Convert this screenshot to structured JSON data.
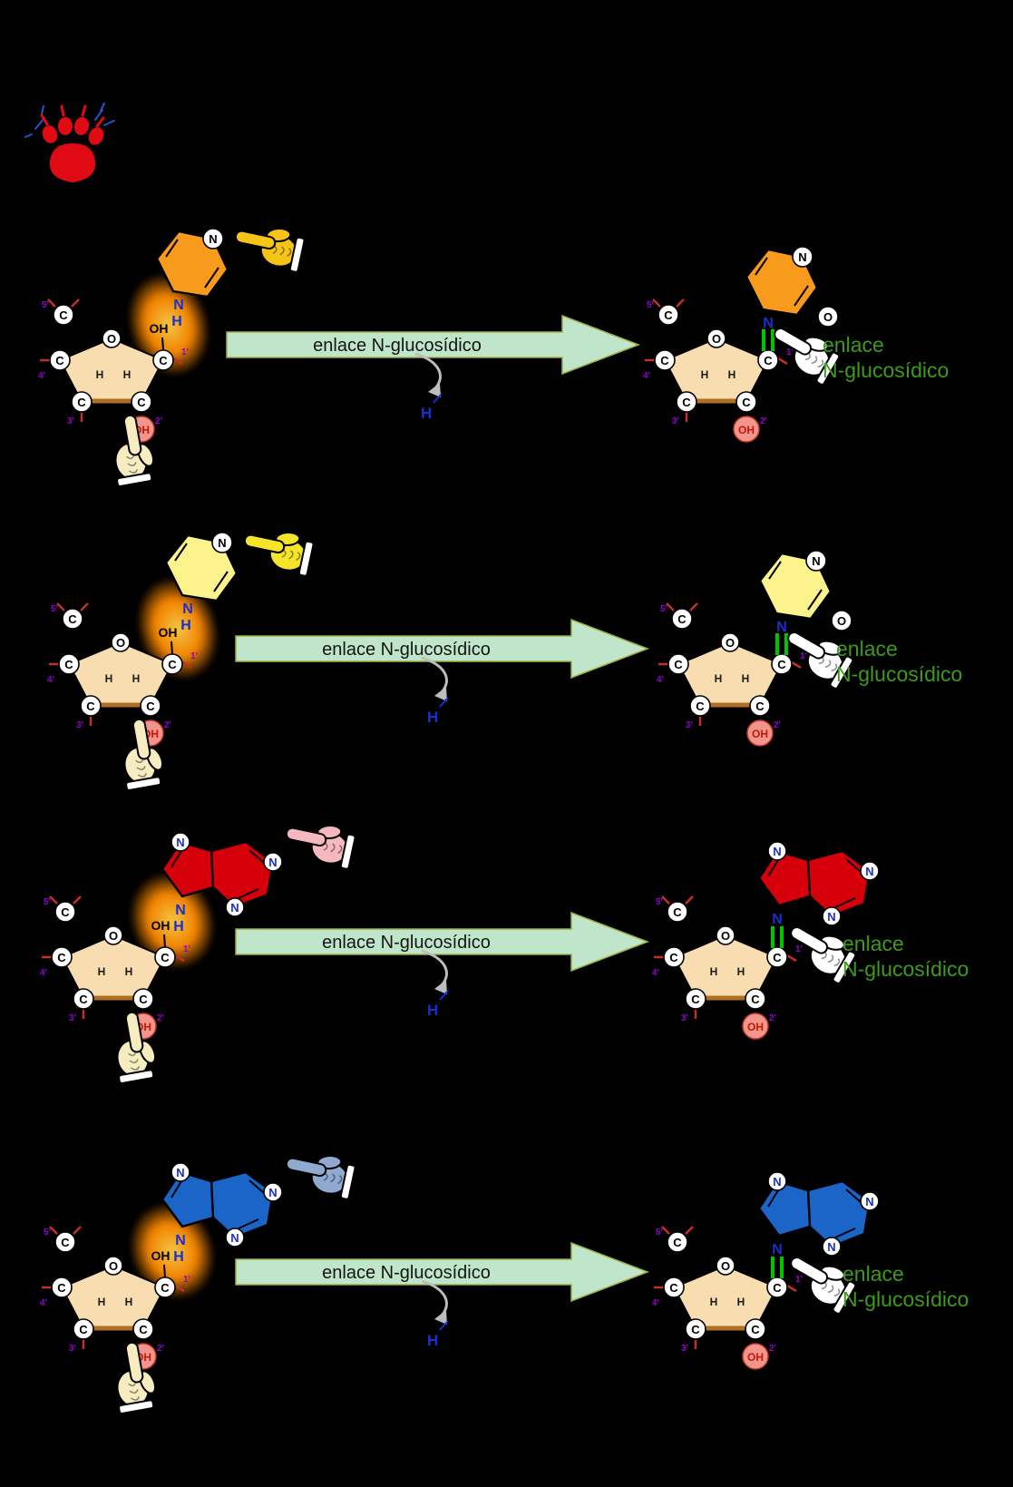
{
  "page": {
    "background": "#000000"
  },
  "logo": {
    "icon": "paw-logo"
  },
  "icons": {
    "logo": "paw-logo",
    "pointing_hand": "pointing-hand-icon",
    "curved_arrow": "curved-arrow-icon",
    "reaction_arrow": "right-arrow-icon"
  },
  "atoms": {
    "c": "C",
    "o": "O",
    "n": "N",
    "h": "H",
    "oh": "OH",
    "p5": "5'",
    "p4": "4'",
    "p3": "3'",
    "p2": "2'",
    "p1": "1'"
  },
  "labels": {
    "arrow": "enlace N-glucosídico",
    "bond_line1": "enlace",
    "bond_line2": "N-glucosídico",
    "water_h": "H"
  },
  "colors": {
    "background": "#000000",
    "arrow_fill": "#bfe6cb",
    "arrow_outline": "#9fae3e",
    "bond_green": "#00c400",
    "bond_label_green": "#3c9b1a",
    "sugar_fill": "#f7ddb0",
    "sugar_front_edge": "#b06f23",
    "hydroxyl_circle": "#f2958c",
    "hydroxyl_text": "#c21807",
    "nitrogen_blue": "#1a2fd0",
    "prime_purple": "#9400d3",
    "glow_center": "#ffd24a",
    "glow_edge": "#ff8a00",
    "hand_bottom": "#f7ecc0",
    "hand_product": "#ffffff",
    "logo_red": "#e00b12",
    "logo_blue": "#2255cc"
  },
  "rows": [
    {
      "base_type": "pyrimidine",
      "base_color": "#f89b1c",
      "hand_color": "#f6c416"
    },
    {
      "base_type": "pyrimidine",
      "base_color": "#fcf38d",
      "hand_color": "#f4e42a"
    },
    {
      "base_type": "purine",
      "base_color": "#d6000a",
      "hand_color": "#f6b8bf"
    },
    {
      "base_type": "purine",
      "base_color": "#1b65c9",
      "hand_color": "#8fa9cf"
    }
  ]
}
